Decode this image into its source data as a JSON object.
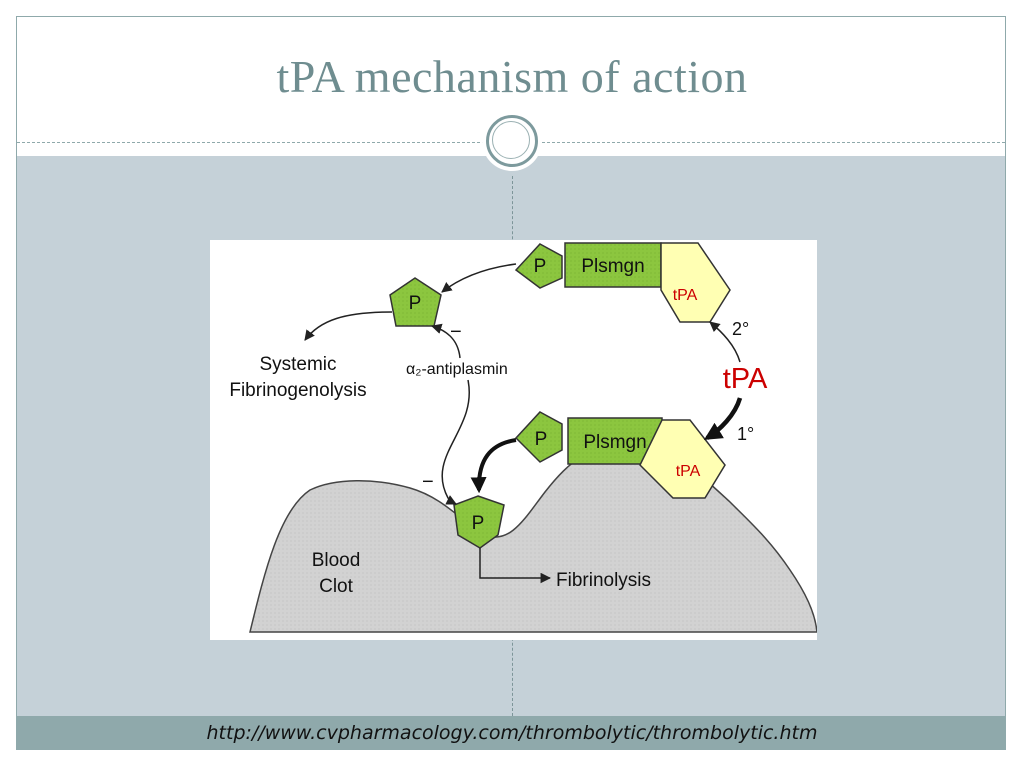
{
  "slide": {
    "title": "tPA mechanism of action",
    "footer_url": "http://www.cvpharmacology.com/thrombolytic/thrombolytic.htm"
  },
  "diagram": {
    "plasmin_label": "P",
    "plasminogen_label": "Plsmgn",
    "tpa_small_label": "tPA",
    "tpa_main_label": "tPA",
    "pathway_secondary": "2°",
    "pathway_primary": "1°",
    "systemic_line1": "Systemic",
    "systemic_line2": "Fibrinogenolysis",
    "antiplasmin_label": "α₂-antiplasmin",
    "inhibit_sign": "−",
    "clot_line1": "Blood",
    "clot_line2": "Clot",
    "fibrinolysis_label": "Fibrinolysis",
    "colors": {
      "pentagon_green": "#8cc63f",
      "plasminogen_green": "#7dbb3a",
      "tpa_yellow": "#ffffb3",
      "clot_gray": "#d3d3d3",
      "tpa_red": "#cc0000"
    }
  }
}
